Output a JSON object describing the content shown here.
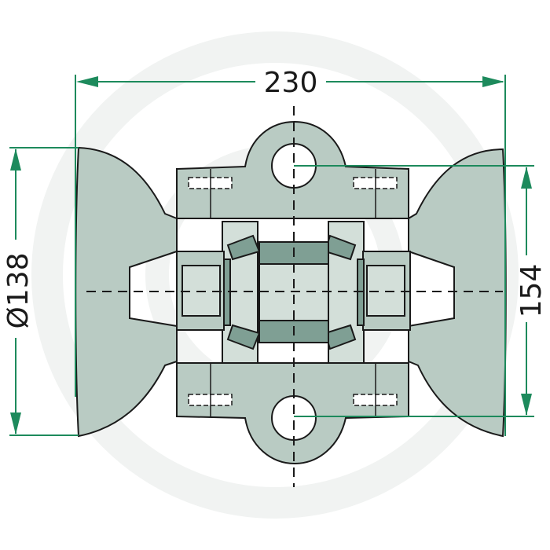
{
  "diagram": {
    "dimensions": {
      "width_label": "230",
      "height_label": "154",
      "diameter_label": "Ø138"
    },
    "colors": {
      "part_fill": "#b9cbc3",
      "part_dark": "#7f9f94",
      "dimension_line": "#1d8a5c",
      "outline": "#1a1a1a"
    }
  }
}
